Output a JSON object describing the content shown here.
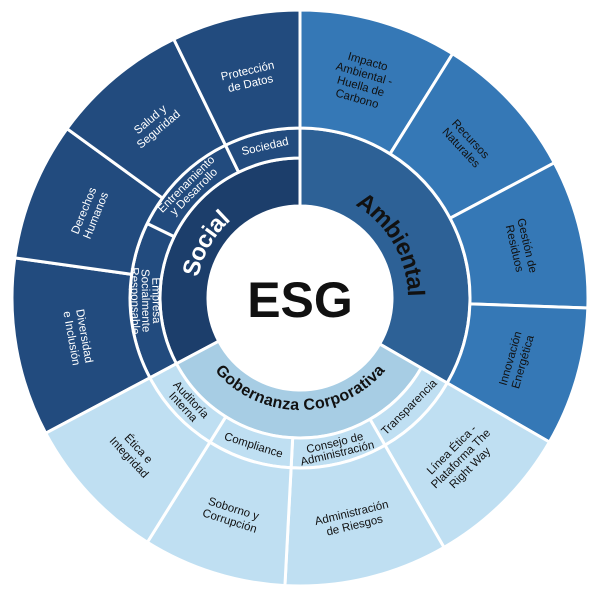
{
  "center": {
    "label": "ESG"
  },
  "colors": {
    "social_dark": "#1c3e6b",
    "social_mid": "#224b7e",
    "ambiental_dark": "#2d6196",
    "ambiental_mid": "#3578b6",
    "gob_band": "#a7cde4",
    "gob_light": "#bfdff2",
    "text_dark": "#111111",
    "text_light": "#ffffff"
  },
  "categories": [
    {
      "name": "Social",
      "inner": [
        "Empresa Socialmente Responsable",
        "Entrenamiento y Desarrollo",
        "Sociedad"
      ],
      "outer": [
        "Diversidad e Inclusión",
        "Derechos Humanos",
        "Salud y Seguridad",
        "Protección de Datos"
      ]
    },
    {
      "name": "Ambiental",
      "outer": [
        "Impacto Ambiental - Huella de Carbono",
        "Recursos Naturales",
        "Gestión de Residuos",
        "Innovación Energética"
      ]
    },
    {
      "name": "Gobernanza Corporativa",
      "inner": [
        "Transparencia",
        "Consejo de Administración",
        "Compliance",
        "Auditoría Interna"
      ],
      "outer": [
        "Línea Ética - Plataforma The Right Way",
        "Administración de Riesgos",
        "Soborno y Corrupción",
        "Ética e Integridad"
      ]
    }
  ]
}
